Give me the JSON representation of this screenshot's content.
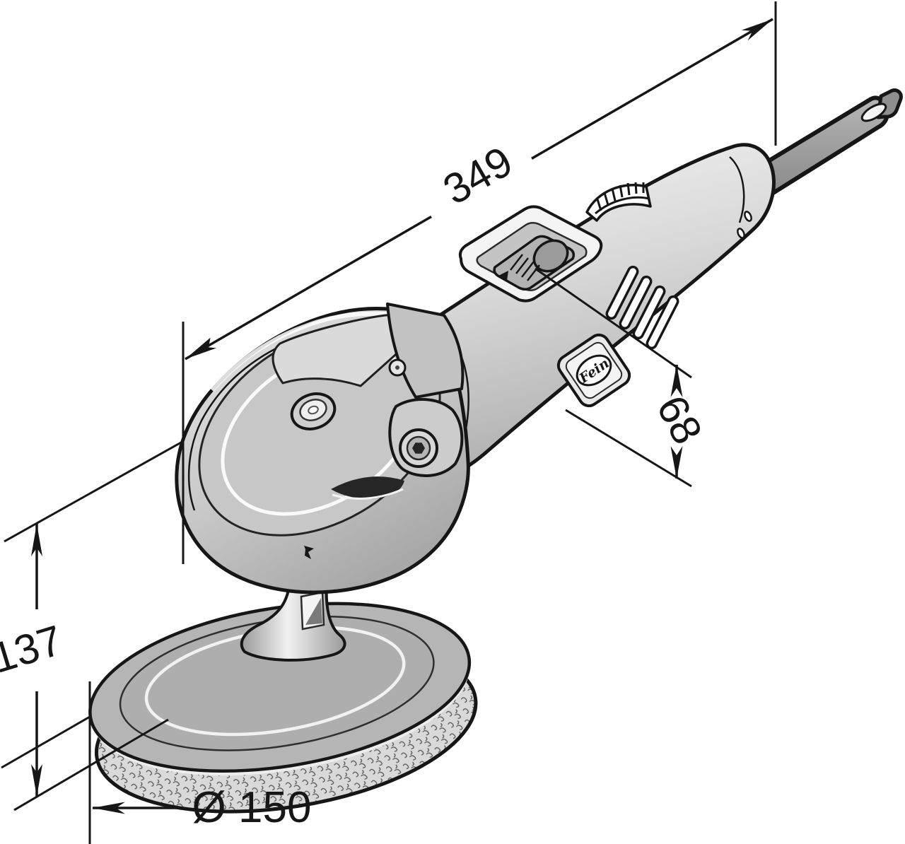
{
  "diagram": {
    "kind": "technical dimensional drawing",
    "subject": "angle polisher with polishing pad, isometric line illustration",
    "background_color": "#ffffff",
    "line_color": "#161616",
    "device": {
      "badge_text": "Fein",
      "body_color": "#d6d6d6",
      "pad_color": "#b5b5b5",
      "cable_color": "#9c9c9c"
    },
    "dimensions": {
      "length": {
        "label": "349",
        "orientation": "diagonal along tool axis"
      },
      "body_height": {
        "label": "68",
        "orientation": "vertical at motor housing"
      },
      "head_height": {
        "label": "137",
        "orientation": "vertical at left side"
      },
      "pad_diameter": {
        "label": "Ø 150",
        "orientation": "horizontal at bottom"
      }
    }
  }
}
